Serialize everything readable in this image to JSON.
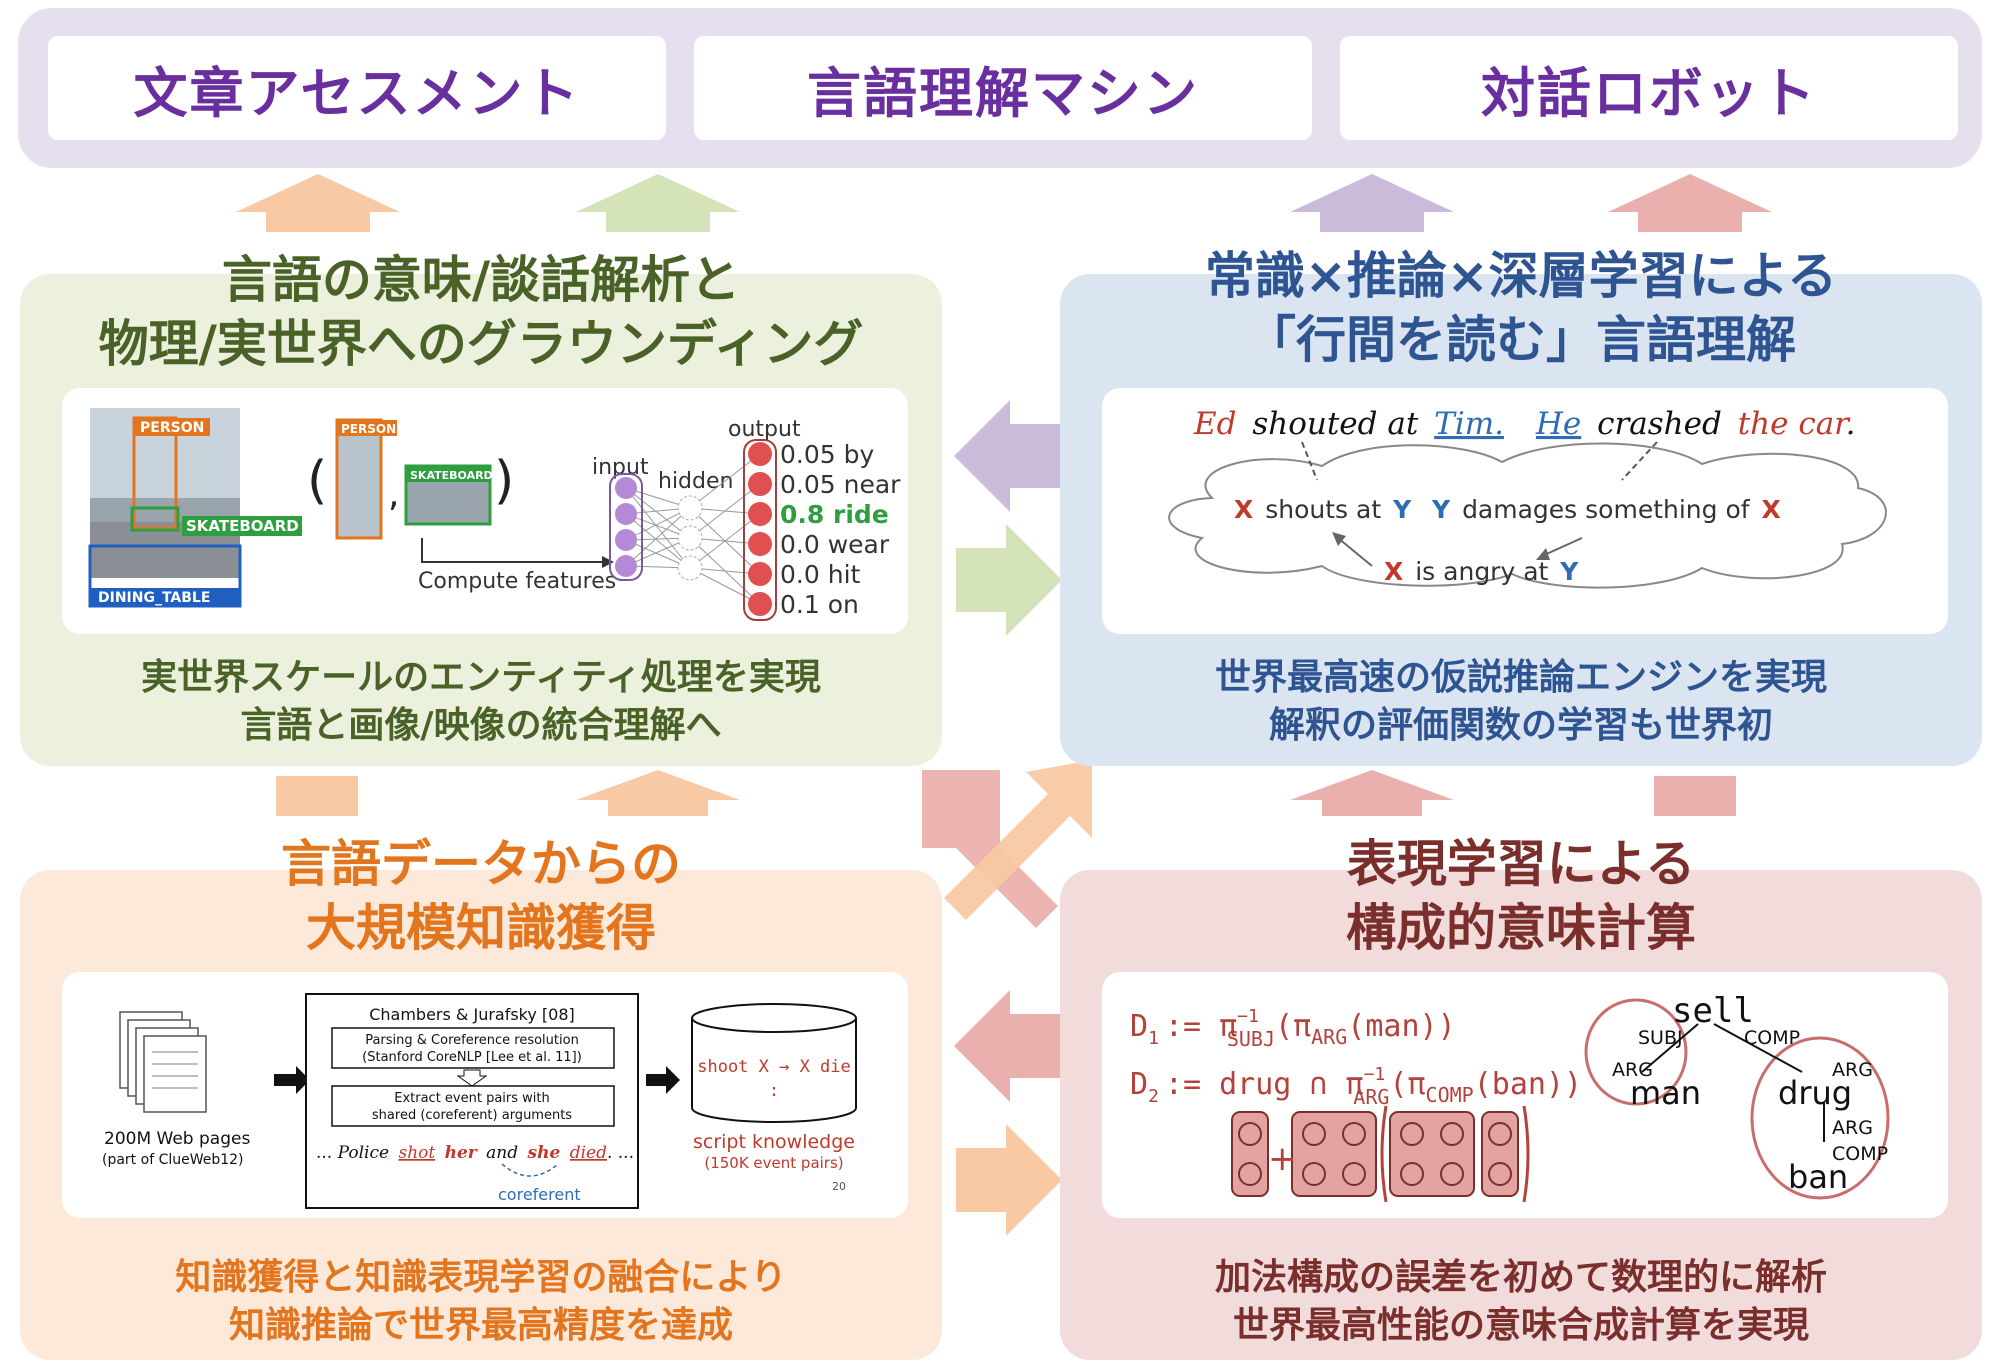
{
  "top": {
    "box1": "文章アセスメント",
    "box2": "言語理解マシン",
    "box3": "対話ロボット"
  },
  "green": {
    "title_line1": "言語の意味/談話解析と",
    "title_line2": "物理/実世界へのグラウンディング",
    "foot_line1": "実世界スケールのエンティティ処理を実現",
    "foot_line2": "言語と画像/映像の統合理解へ",
    "labels": {
      "person": "PERSON",
      "skateboard": "SKATEBOARD",
      "dining_table": "DINING_TABLE",
      "person_small": "PERSON",
      "skateboard_small": "SKATEBOARD",
      "compute": "Compute features",
      "input": "input",
      "hidden": "hidden",
      "output": "output"
    },
    "outputs": [
      {
        "value": "0.05",
        "word": "by"
      },
      {
        "value": "0.05",
        "word": "near"
      },
      {
        "value": "0.8",
        "word": "ride"
      },
      {
        "value": "0.0",
        "word": "wear"
      },
      {
        "value": "0.0",
        "word": "hit"
      },
      {
        "value": "0.1",
        "word": "on"
      }
    ],
    "paren_open": "(",
    "paren_close": ")",
    "comma": ","
  },
  "blue": {
    "title_line1": "常識×推論×深層学習による",
    "title_line2": "「行間を読む」言語理解",
    "foot_line1": "世界最高速の仮説推論エンジンを実現",
    "foot_line2": "解釈の評価関数の学習も世界初",
    "sentence": {
      "ed": "Ed",
      "shouted_at": "shouted at",
      "tim": "Tim.",
      "he": "He",
      "crashed": "crashed",
      "the_car": "the car",
      "period": "."
    },
    "rules": {
      "r1_x": "X",
      "r1_mid": "shouts at",
      "r1_y": "Y",
      "r2_y": "Y",
      "r2_mid": "damages something of",
      "r2_x": "X",
      "r3_x": "X",
      "r3_mid": "is angry at",
      "r3_y": "Y"
    }
  },
  "orange": {
    "title_line1": "言語データからの",
    "title_line2": "大規模知識獲得",
    "foot_line1": "知識獲得と知識表現学習の融合により",
    "foot_line2": "知識推論で世界最高精度を達成",
    "web_pages": "200M Web pages",
    "web_sub": "(part of ClueWeb12)",
    "ref": "Chambers & Jurafsky [08]",
    "step1_a": "Parsing & Coreference resolution",
    "step1_b": "(Stanford CoreNLP [Lee et al. 11])",
    "step2_a": "Extract event pairs with",
    "step2_b": "shared (coreferent) arguments",
    "example_pre": "... Police",
    "example_shot": "shot",
    "example_her": "her",
    "example_and": "and",
    "example_she": "she",
    "example_died": "died",
    "example_post": ". ...",
    "coreferent": "coreferent",
    "script_line1": "shoot X → X die",
    "script_line2": ":",
    "script_knowledge": "script knowledge",
    "script_sub": "(150K event pairs)",
    "page_num": "20"
  },
  "pink": {
    "title_line1": "表現学習による",
    "title_line2": "構成的意味計算",
    "foot_line1": "加法構成の誤差を初めて数理的に解析",
    "foot_line2": "世界最高性能の意味合成計算を実現",
    "d1": "D",
    "d1_sub": "1",
    "d1_def": ":= π",
    "d1_sup": "−1",
    "d1_subj": "SUBJ",
    "d1_rest1": "(π",
    "d1_arg": "ARG",
    "d1_rest2": "(man))",
    "d2": "D",
    "d2_sub": "2",
    "d2_def": ":= drug ∩ π",
    "d2_sup": "−1",
    "d2_arg": "ARG",
    "d2_rest1": "(π",
    "d2_comp": "COMP",
    "d2_rest2": "(ban))",
    "plus": "+",
    "tree": {
      "sell": "sell",
      "subj": "SUBJ",
      "comp": "COMP",
      "arg1": "ARG",
      "man": "man",
      "arg2": "ARG",
      "drug": "drug",
      "arg3": "ARG",
      "comp2": "COMP",
      "ban": "ban"
    }
  },
  "colors": {
    "purple": "#6a2f9e",
    "green_text": "#4a6228",
    "blue_text": "#2e5592",
    "orange_text": "#e2751e",
    "red_text": "#7a2f2c",
    "node_red": "#e05050",
    "node_purple": "#b48ad6"
  }
}
